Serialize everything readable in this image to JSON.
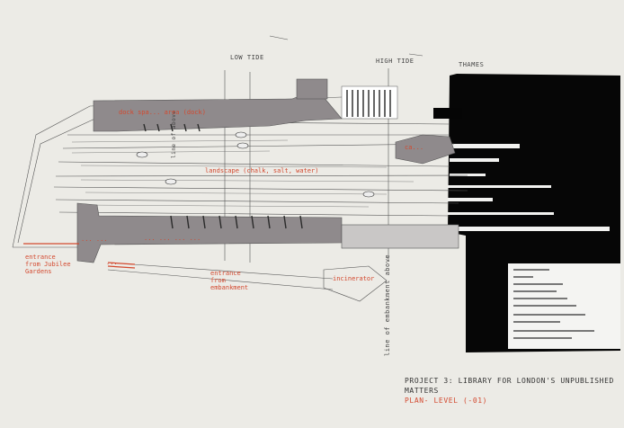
{
  "drawing": {
    "tide_labels": {
      "low": "LOW TIDE",
      "high": "HIGH TIDE",
      "river": "THAMES"
    },
    "vertical_labels": {
      "line_above": "line of above",
      "embankment": "line of embankment above"
    },
    "annotations": {
      "dock": "dock spa... area (dock)",
      "landscape": "landscape (chalk, salt, water)",
      "centre": "ca...",
      "long_strip": "... ... ... ...",
      "stair": "... ...",
      "bridge": "...",
      "entrance_jubilee": "entrance\nfrom Jubilee\nGardens",
      "entrance_embankment": "entrance\nfrom\nembankment",
      "incinerator": "incinerator"
    },
    "title": {
      "line1": "PROJECT 3:  LIBRARY FOR LONDON'S UNPUBLISHED",
      "line2": "MATTERS",
      "line3": "PLAN- LEVEL (-01)"
    },
    "colors": {
      "accent": "#d3492f",
      "fill": "#8f8a8c",
      "ink": "#3a3a3a",
      "paper": "#ecebe6"
    }
  }
}
